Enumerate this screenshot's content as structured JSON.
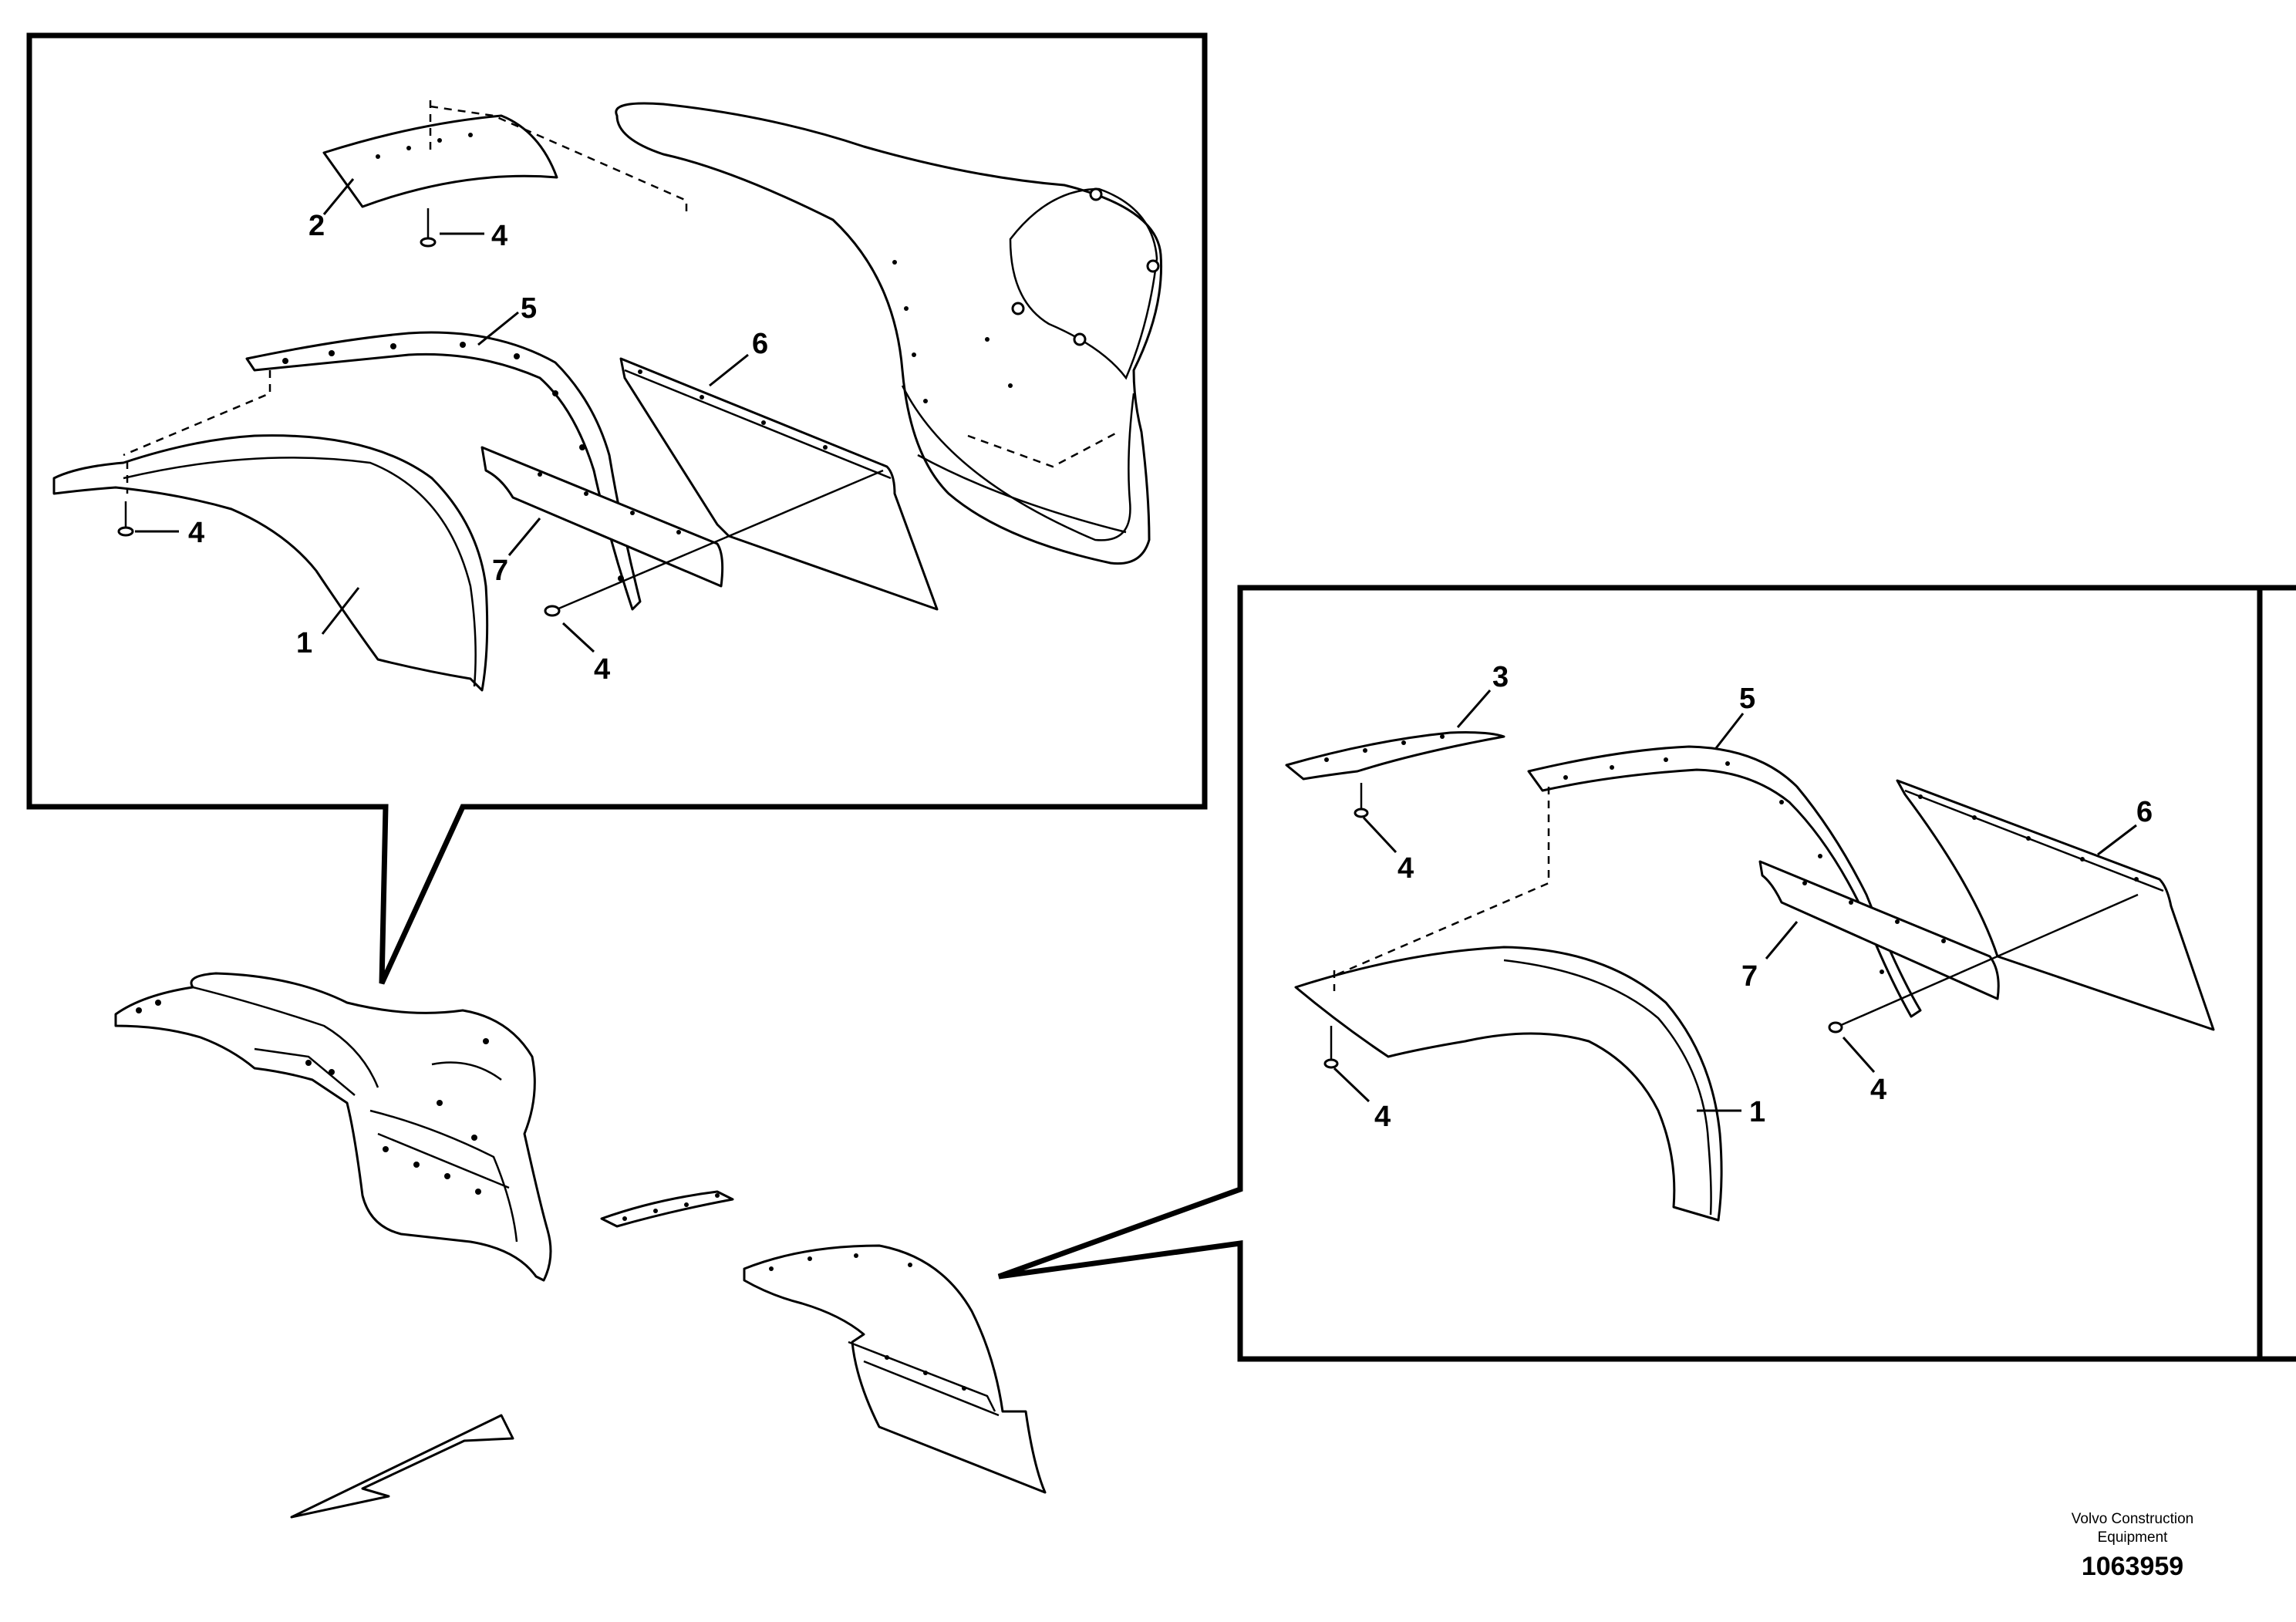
{
  "diagram": {
    "callouts": {
      "top": {
        "c2": "2",
        "c4a": "4",
        "c5": "5",
        "c6": "6",
        "c4b": "4",
        "c7": "7",
        "c1": "1",
        "c4c": "4"
      },
      "right": {
        "c3": "3",
        "c5": "5",
        "c4a": "4",
        "c6": "6",
        "c7": "7",
        "c4b": "4",
        "c4c": "4",
        "c1": "1"
      }
    },
    "credit": {
      "line1": "Volvo Construction",
      "line2": "Equipment"
    },
    "drawing_number": "1063959"
  }
}
